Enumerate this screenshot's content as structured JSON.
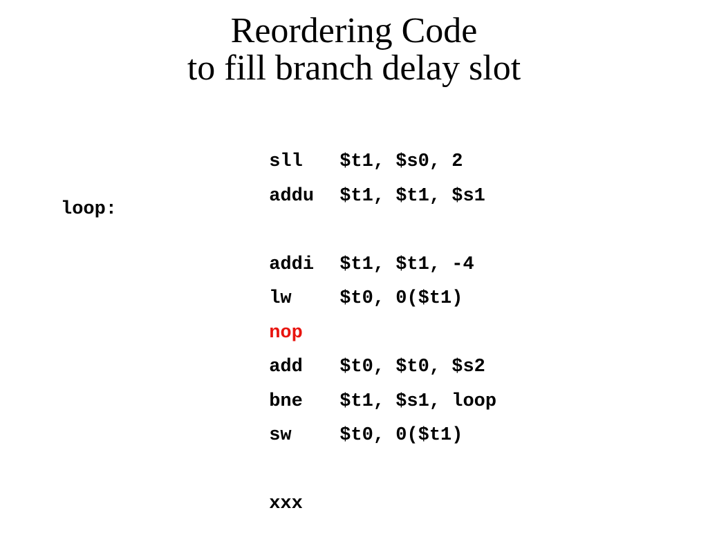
{
  "title": {
    "line1": "Reordering Code",
    "line2": "to fill branch delay slot"
  },
  "code": {
    "highlight_color": "#e8140f",
    "lines": [
      {
        "label": "",
        "op": "sll",
        "args": "$t1, $s0, 2"
      },
      {
        "label": "",
        "op": "addu",
        "args": "$t1, $t1, $s1"
      },
      {
        "label": "loop:",
        "op": "",
        "args": ""
      },
      {
        "label": "",
        "op": "addi",
        "args": "$t1, $t1, -4"
      },
      {
        "label": "",
        "op": "lw",
        "args": "$t0, 0($t1)"
      },
      {
        "label": "",
        "op": "nop",
        "args": "",
        "highlight": true
      },
      {
        "label": "",
        "op": "add",
        "args": "$t0, $t0, $s2"
      },
      {
        "label": "",
        "op": "bne",
        "args": "$t1, $s1, loop"
      },
      {
        "label": "",
        "op": "sw",
        "args": "$t0, 0($t1)"
      },
      {
        "label": "",
        "op": "xxx",
        "args": ""
      }
    ]
  }
}
